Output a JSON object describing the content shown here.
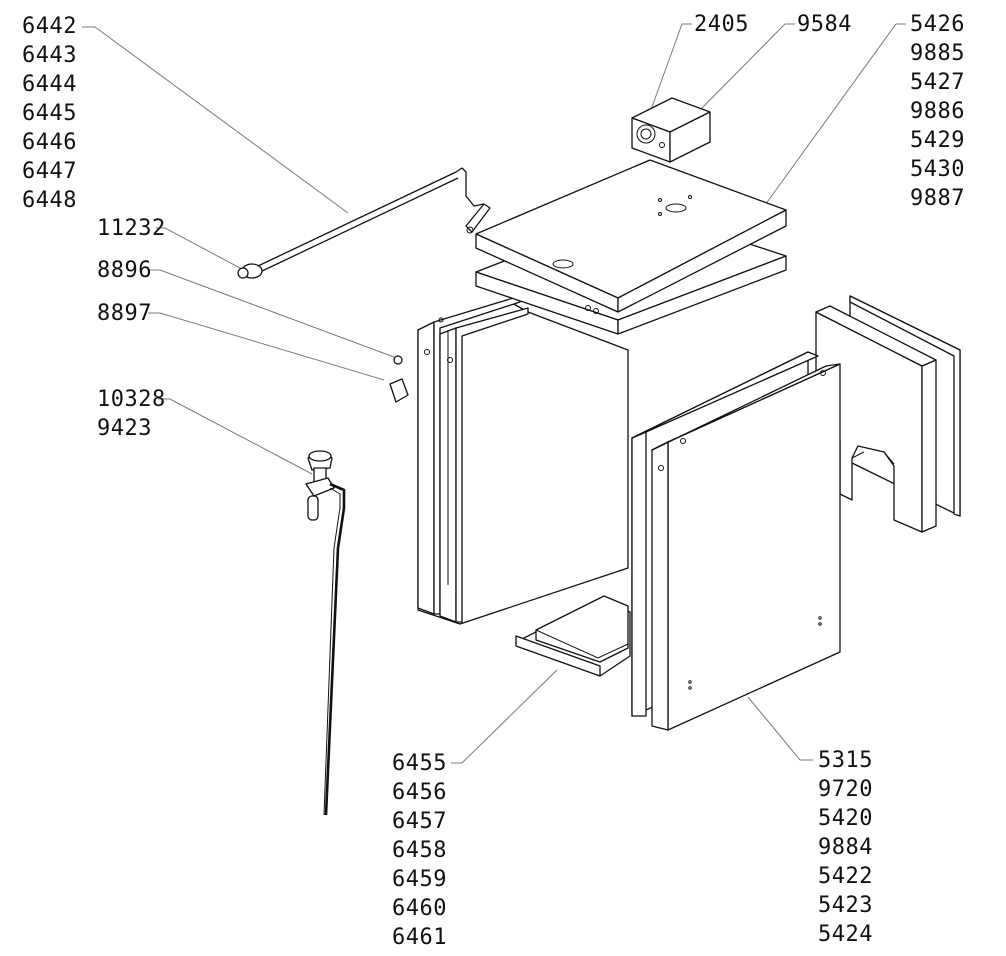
{
  "callouts": {
    "rod_assembly": [
      "6442",
      "6443",
      "6444",
      "6445",
      "6446",
      "6447",
      "6448"
    ],
    "knob": [
      "11232"
    ],
    "nut": [
      "8896"
    ],
    "plate": [
      "8897"
    ],
    "valve": [
      "10328",
      "9423"
    ],
    "control_box_front": [
      "2405"
    ],
    "control_box": [
      "9584"
    ],
    "top_panels": [
      "5426",
      "9885",
      "5427",
      "9886",
      "5429",
      "5430",
      "9887"
    ],
    "drip_tray": [
      "6455",
      "6456",
      "6457",
      "6458",
      "6459",
      "6460",
      "6461"
    ],
    "side_panels": [
      "5315",
      "9720",
      "5420",
      "9884",
      "5422",
      "5423",
      "5424"
    ]
  }
}
